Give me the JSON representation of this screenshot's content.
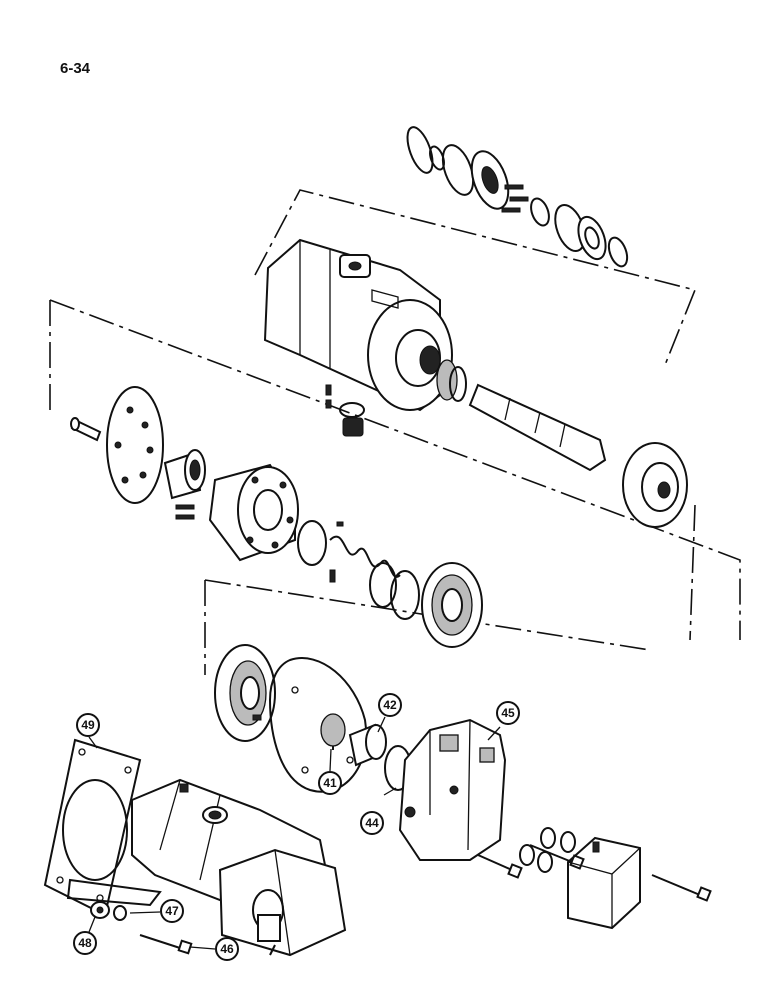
{
  "page_number": "6-34",
  "callouts": [
    {
      "id": "c41",
      "label": "41"
    },
    {
      "id": "c42",
      "label": "42"
    },
    {
      "id": "c44",
      "label": "44"
    },
    {
      "id": "c45",
      "label": "45"
    },
    {
      "id": "c46",
      "label": "46"
    },
    {
      "id": "c47",
      "label": "47"
    },
    {
      "id": "c48",
      "label": "48"
    },
    {
      "id": "c49",
      "label": "49"
    }
  ]
}
